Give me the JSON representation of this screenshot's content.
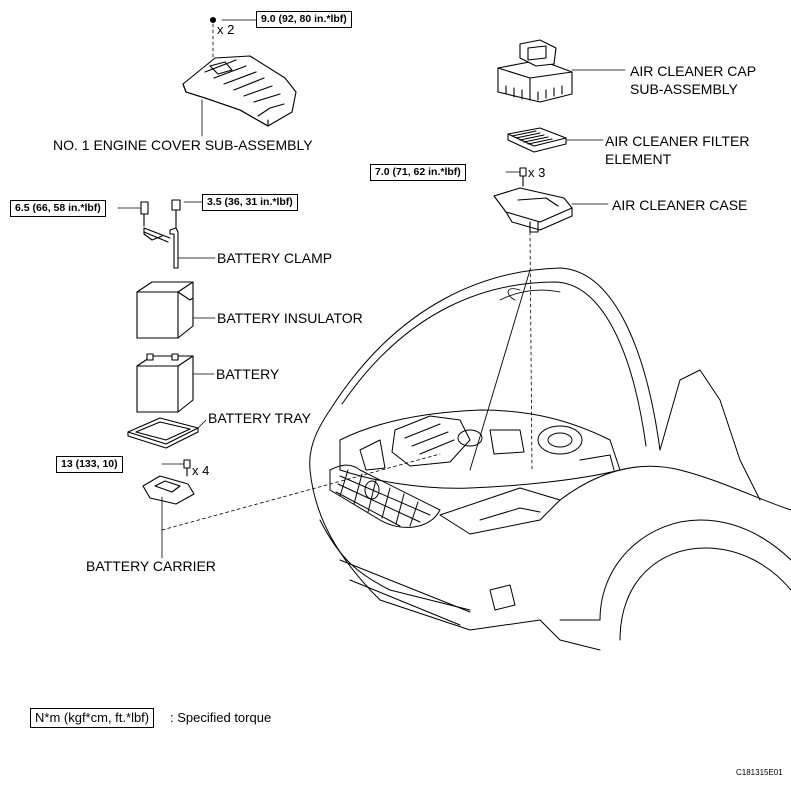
{
  "parts": {
    "engine_cover": "NO. 1 ENGINE COVER SUB-ASSEMBLY",
    "battery_clamp": "BATTERY CLAMP",
    "battery_insulator": "BATTERY INSULATOR",
    "battery": "BATTERY",
    "battery_tray": "BATTERY TRAY",
    "battery_carrier": "BATTERY CARRIER",
    "air_cleaner_cap_line1": "AIR CLEANER CAP",
    "air_cleaner_cap_line2": "SUB-ASSEMBLY",
    "air_cleaner_filter_line1": "AIR CLEANER FILTER",
    "air_cleaner_filter_line2": "ELEMENT",
    "air_cleaner_case": "AIR CLEANER CASE"
  },
  "torques": {
    "engine_cover_nut": "9.0 (92, 80 in.*lbf)",
    "clamp_left_bolt": "6.5 (66, 58 in.*lbf)",
    "clamp_right_nut": "3.5 (36, 31 in.*lbf)",
    "air_cleaner_case_bolt": "7.0 (71, 62 in.*lbf)",
    "battery_carrier_bolt": "13 (133, 10)"
  },
  "quantities": {
    "engine_cover_nut": "x 2",
    "air_cleaner_case_bolt": "x 3",
    "battery_carrier_bolt": "x 4"
  },
  "legend": {
    "unit_box": "N*m (kgf*cm, ft.*lbf)",
    "description": ": Specified torque"
  },
  "figure_code": "C181315E01"
}
